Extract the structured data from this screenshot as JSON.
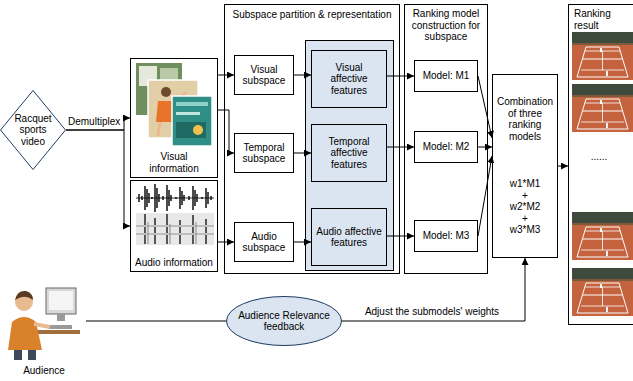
{
  "diagram": {
    "nodes": [
      {
        "text": [
          "Racquet sports video"
        ]
      },
      {
        "text": [
          "Visual information"
        ]
      },
      {
        "text": [
          "Audio information"
        ]
      },
      {
        "text": [
          "Subspace partition & representation"
        ]
      },
      {
        "text": [
          "Visual subspace"
        ],
        "in": 3
      },
      {
        "text": [
          "Temporal subspace"
        ],
        "in": 3
      },
      {
        "text": [
          "Audio subspace"
        ],
        "in": 3
      },
      {
        "text": [
          "Visual affective features"
        ],
        "in": 3
      },
      {
        "text": [
          "Temporal affective features"
        ],
        "in": 3
      },
      {
        "text": [
          "Audio affective features"
        ],
        "in": 3
      },
      {
        "text": [
          "Ranking model construction for subspace"
        ]
      },
      {
        "text": [
          "Model: M1"
        ],
        "in": 10
      },
      {
        "text": [
          "Model: M2"
        ],
        "in": 10
      },
      {
        "text": [
          "Model: M3"
        ],
        "in": 10
      },
      {
        "text": [
          "Combination of three ranking models",
          "w1*M1 + w2*M2 + w3*M3"
        ]
      },
      {
        "text": [
          "Ranking result",
          "......"
        ]
      },
      {
        "text": [
          "Audience"
        ]
      },
      {
        "text": [
          "Audience Relevance feedback"
        ]
      }
    ],
    "edges": [
      {
        "from": 0,
        "to": 1,
        "arrow": "to"
      },
      {
        "from": 0,
        "to": 2,
        "arrow": "to"
      },
      {
        "from": 1,
        "to": 4,
        "arrow": "to"
      },
      {
        "from": 1,
        "to": 5,
        "arrow": "to"
      },
      {
        "from": 2,
        "to": 6,
        "arrow": "to"
      },
      {
        "from": 4,
        "to": 7,
        "arrow": "to"
      },
      {
        "from": 5,
        "to": 8,
        "arrow": "to"
      },
      {
        "from": 6,
        "to": 9,
        "arrow": "to"
      },
      {
        "from": 7,
        "to": 11,
        "arrow": "to"
      },
      {
        "from": 8,
        "to": 12,
        "arrow": "to"
      },
      {
        "from": 9,
        "to": 13,
        "arrow": "to"
      },
      {
        "from": 11,
        "to": 14,
        "arrow": "to"
      },
      {
        "from": 12,
        "to": 14,
        "arrow": "to"
      },
      {
        "from": 13,
        "to": 14,
        "arrow": "to"
      },
      {
        "from": 14,
        "to": 15,
        "arrow": "to"
      },
      {
        "from": 16,
        "to": 17,
        "arrow": "none"
      },
      {
        "from": 17,
        "to": 14,
        "label": "Adjust the submodels' weights",
        "arrow": "to"
      }
    ],
    "labels": [
      "Demultiplex"
    ]
  }
}
